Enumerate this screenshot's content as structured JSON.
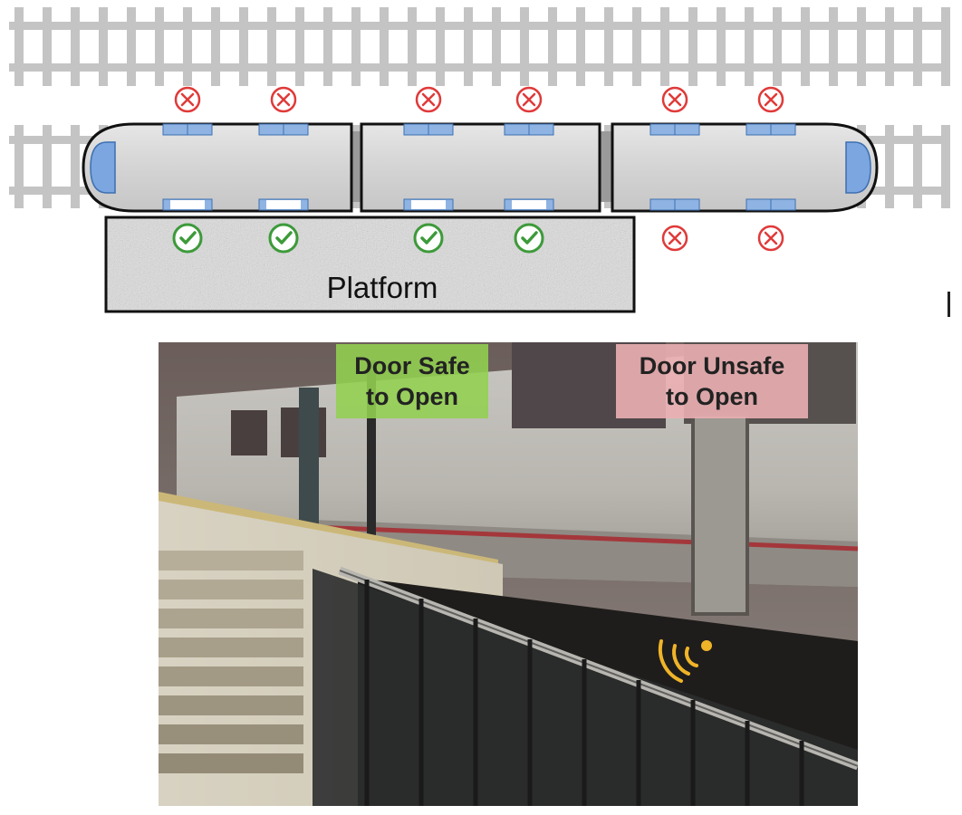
{
  "platform": {
    "label": "Platform"
  },
  "doors": {
    "top": [
      "unsafe",
      "unsafe",
      "unsafe",
      "unsafe",
      "unsafe",
      "unsafe"
    ],
    "bottom": [
      "safe",
      "safe",
      "safe",
      "safe",
      "unsafe",
      "unsafe"
    ]
  },
  "photo": {
    "safe_label": "Door Safe\nto Open",
    "unsafe_label": "Door Unsafe\nto Open"
  },
  "colors": {
    "safe": "#3d9a3a",
    "unsafe": "#e03a3a",
    "door": "#8fb4e3",
    "car": "#d6d6d6",
    "rail": "#c4c4c4",
    "signal": "#f0b429"
  }
}
